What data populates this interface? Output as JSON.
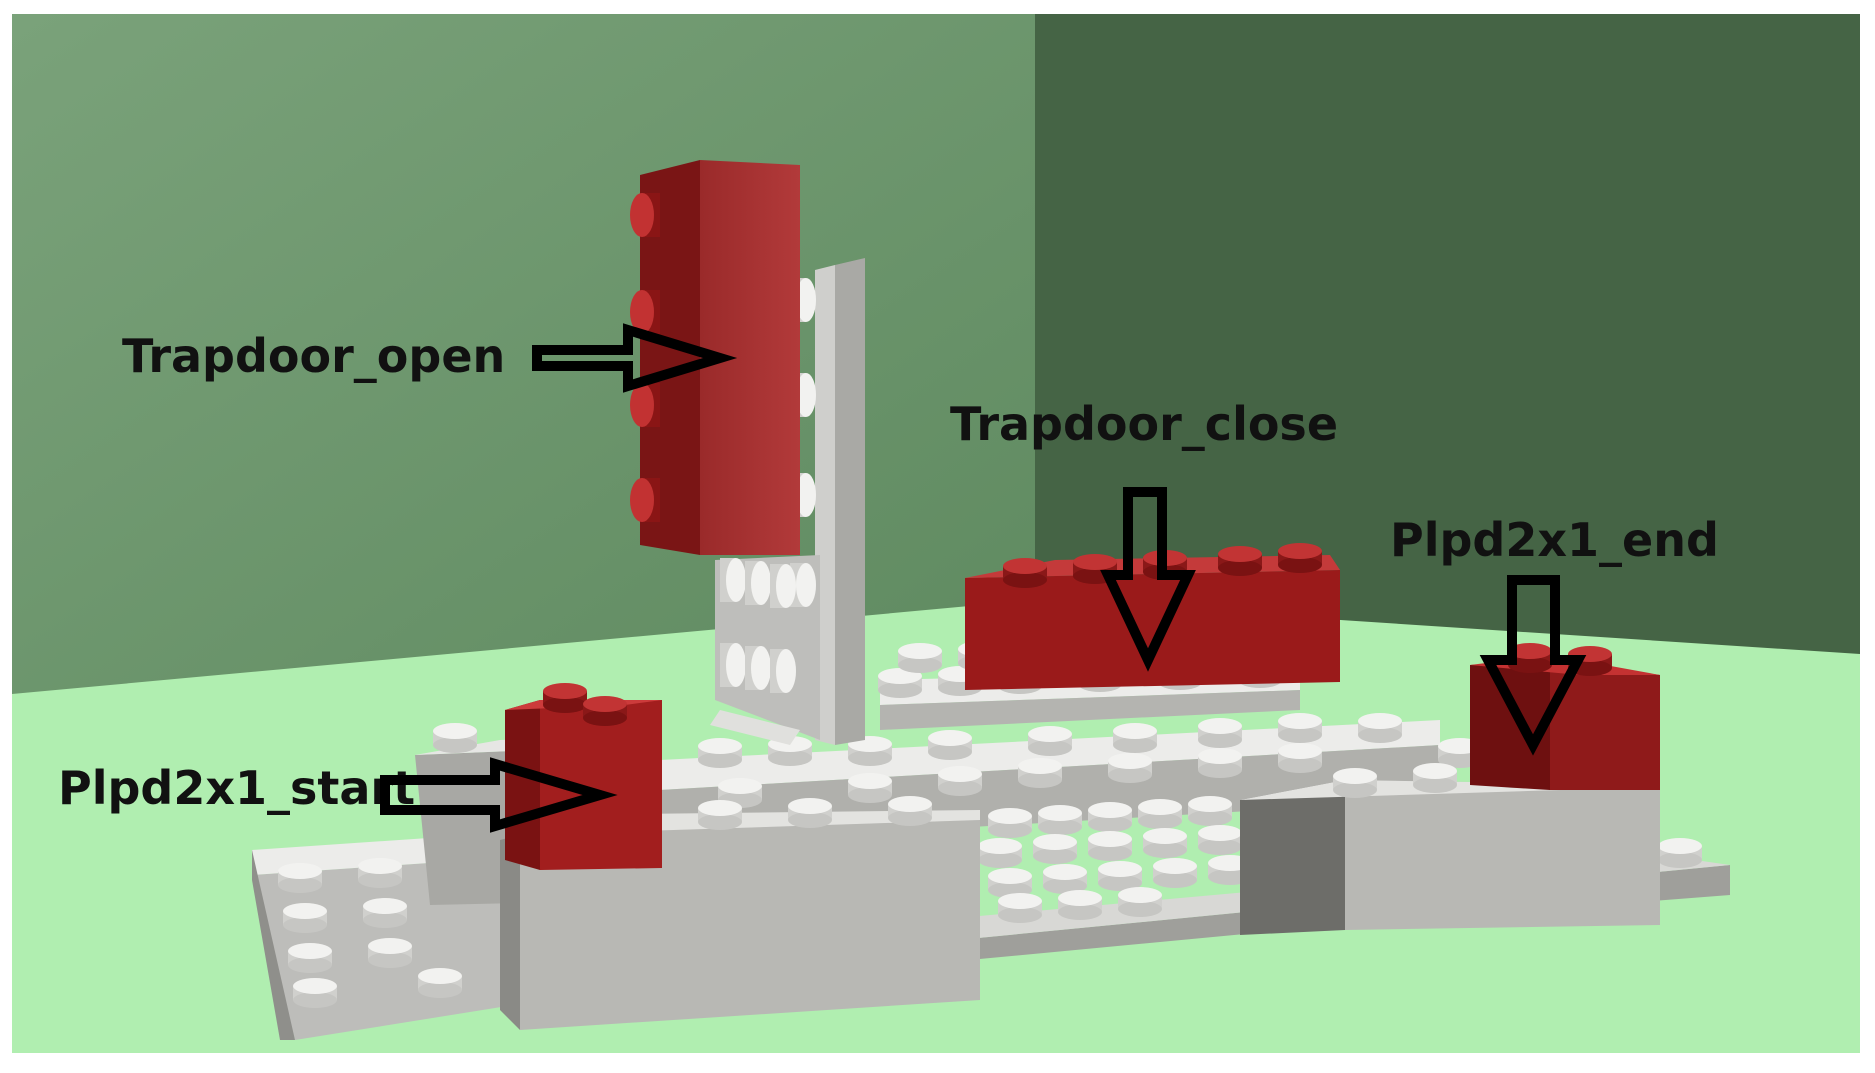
{
  "labels": {
    "trapdoor_open": "Trapdoor_open",
    "trapdoor_close": "Trapdoor_close",
    "plpd_start": "Plpd2x1_start",
    "plpd_end": "Plpd2x1_end"
  },
  "colors": {
    "wall_left": "#6e9a6e",
    "wall_right": "#456445",
    "floor": "#b0eeb0",
    "brick_red": "#a83030",
    "brick_red_dark": "#7a1515",
    "plate_grey": "#e8e8e6",
    "plate_grey_side": "#a8a8a4",
    "outline": "#000000"
  }
}
